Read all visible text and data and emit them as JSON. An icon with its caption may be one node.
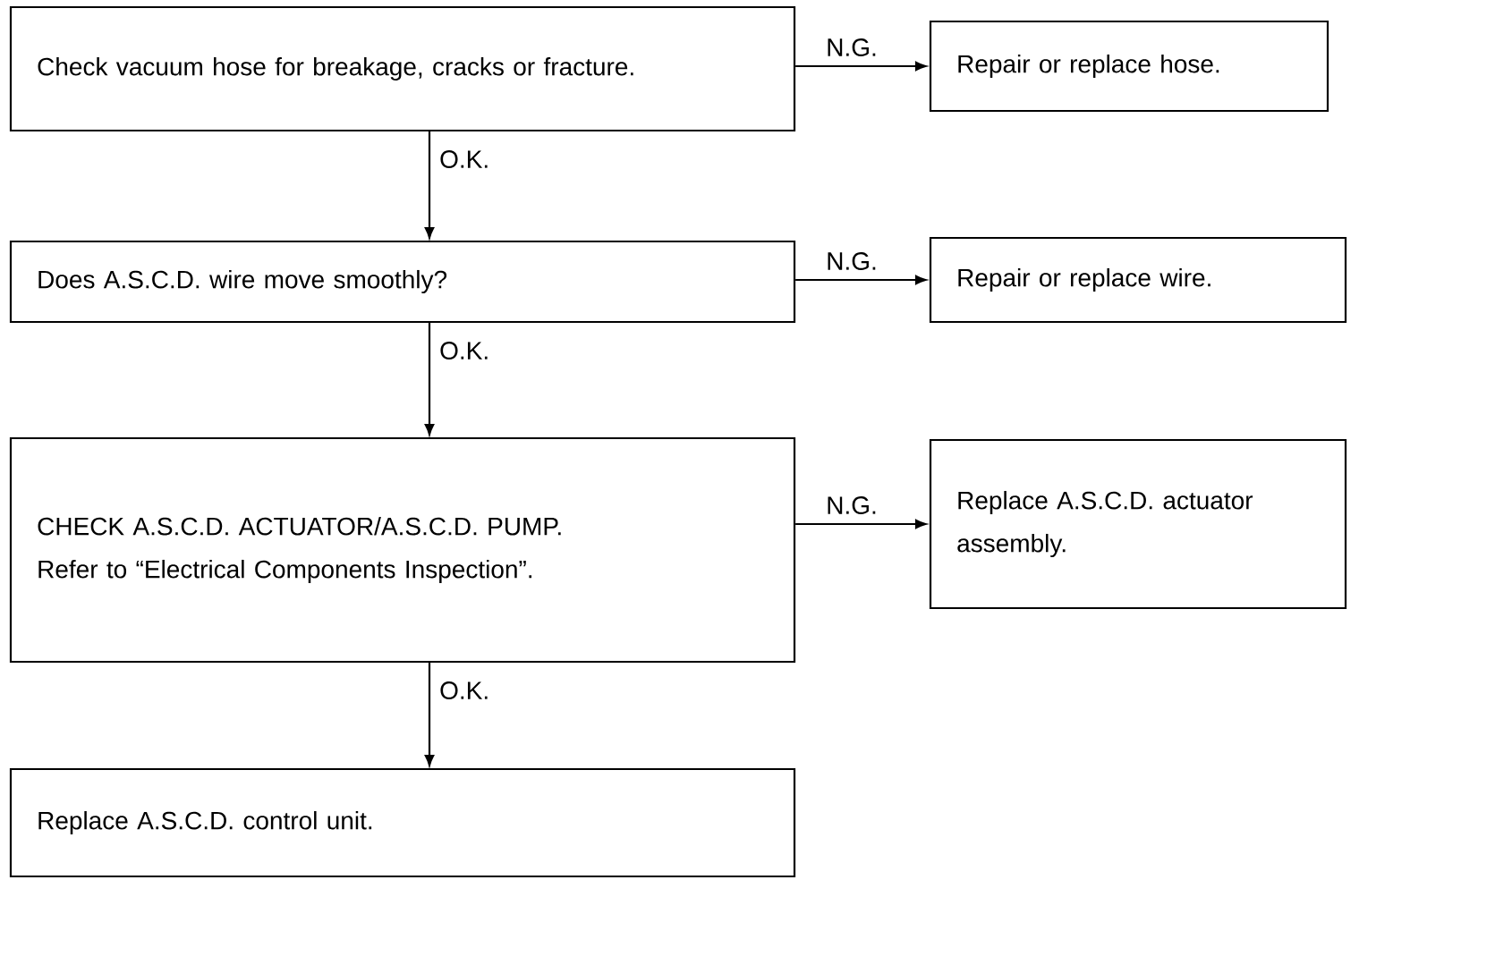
{
  "diagram": {
    "nodes": [
      {
        "text": [
          "Check vacuum hose for breakage, cracks or fracture."
        ]
      },
      {
        "text": [
          "Repair or replace hose."
        ]
      },
      {
        "text": [
          "Does A.S.C.D. wire move smoothly?"
        ]
      },
      {
        "text": [
          "Repair or replace wire."
        ]
      },
      {
        "text": [
          "CHECK A.S.C.D. ACTUATOR/A.S.C.D. PUMP.",
          "Refer to “Electrical Components Inspection”."
        ]
      },
      {
        "text": [
          "Replace A.S.C.D. actuator assembly."
        ]
      },
      {
        "text": [
          "Replace A.S.C.D. control unit."
        ]
      }
    ],
    "edges": [
      {
        "from": 0,
        "to": 1,
        "arrow": "to",
        "label": "N.G."
      },
      {
        "from": 0,
        "to": 2,
        "arrow": "to",
        "label": "O.K."
      },
      {
        "from": 2,
        "to": 3,
        "arrow": "to",
        "label": "N.G."
      },
      {
        "from": 2,
        "to": 4,
        "arrow": "to",
        "label": "O.K."
      },
      {
        "from": 4,
        "to": 5,
        "arrow": "to",
        "label": "N.G."
      },
      {
        "from": 4,
        "to": 6,
        "arrow": "to",
        "label": "O.K."
      }
    ]
  }
}
